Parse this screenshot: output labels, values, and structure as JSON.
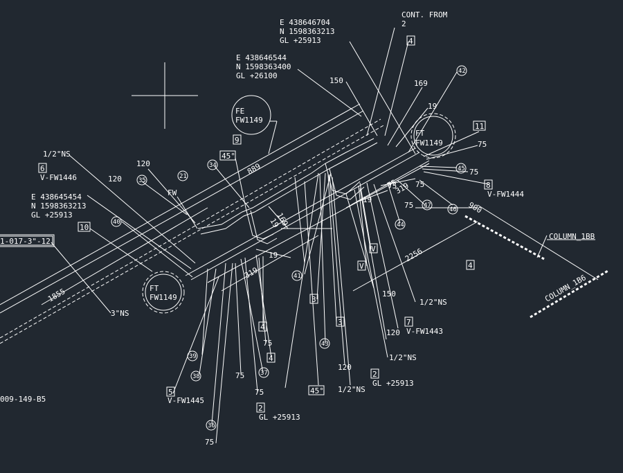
{
  "theme": {
    "background": "#212830",
    "ink": "#ffffff"
  },
  "coords": {
    "top": {
      "e": "E 438646704",
      "n": "N 1598363213",
      "gl": "GL +25913"
    },
    "mid": {
      "e": "E 438646544",
      "n": "N 1598363400",
      "gl": "GL +26100"
    },
    "left": {
      "e": "E 438645454",
      "n": "N 1598363213",
      "gl": "GL +25913"
    }
  },
  "notes": {
    "cont_from": "CONT. FROM",
    "cont_num": "2",
    "line_ref": "1-017-3\"-12",
    "drawing_ref": "009-149-B5",
    "column_a": "COLUMN_1BB",
    "column_b": "COLUMN_1B6"
  },
  "instruments": {
    "fe": {
      "tag": "FE",
      "num": "FW1149"
    },
    "ft_left": {
      "tag": "FT",
      "num": "FW1149"
    },
    "ft_right": {
      "tag": "FT",
      "num": "FW1149"
    },
    "fw": "FW"
  },
  "valves": {
    "v1446": "V-FW1446",
    "v1444": "V-FW1444",
    "v1443": "V-FW1443",
    "v1445": "V-FW1445"
  },
  "sizes": {
    "half_ns_a": "1/2\"NS",
    "half_ns_b": "1/2\"NS",
    "half_ns_c": "1/2\"NS",
    "half_ns_d": "1/2\"NS",
    "three_ns": "3\"NS"
  },
  "dims": {
    "d1855": "1855",
    "d889": "889",
    "d2256": "2256",
    "d900": "900",
    "d319a": "319",
    "d319b": "319",
    "d169a": "169",
    "d169b": "169",
    "d19a": "19",
    "d19b": "19",
    "d19c": "19",
    "d19d": "19",
    "d75a": "75",
    "d75b": "75",
    "d75c": "75"
  },
  "labels": {
    "l150a": "150",
    "l150b": "150",
    "l120a": "120",
    "l120b": "120",
    "l120c": "120",
    "l120d": "120",
    "l75a": "75",
    "l75b": "75",
    "l75c": "75",
    "l75d": "75",
    "l75e": "75",
    "l75f": "75",
    "l75g": "75",
    "gl_a": "GL +25913",
    "gl_b": "GL +25913",
    "angle_a": "45°",
    "angle_b": "45°"
  },
  "bubbles": {
    "b42": "42",
    "b45": "45",
    "b46": "46",
    "b47": "47",
    "b44": "44",
    "b21": "21",
    "b35": "35",
    "b34": "34",
    "b40": "40",
    "b41": "41",
    "b43": "43",
    "b39": "39",
    "b38": "38",
    "b37": "37",
    "b36": "36"
  },
  "boxes": {
    "bx4a": "4",
    "bx11": "11",
    "bx9": "9",
    "bx6": "6",
    "bx10": "10",
    "bx8": "8",
    "bx4b": "4",
    "bx3a": "3",
    "bx3b": "3",
    "bx7": "7",
    "bx4c": "4",
    "bx4d": "4",
    "bx2a": "2",
    "bx2b": "2",
    "bx5": "5",
    "vA": "V",
    "vB": "V"
  }
}
